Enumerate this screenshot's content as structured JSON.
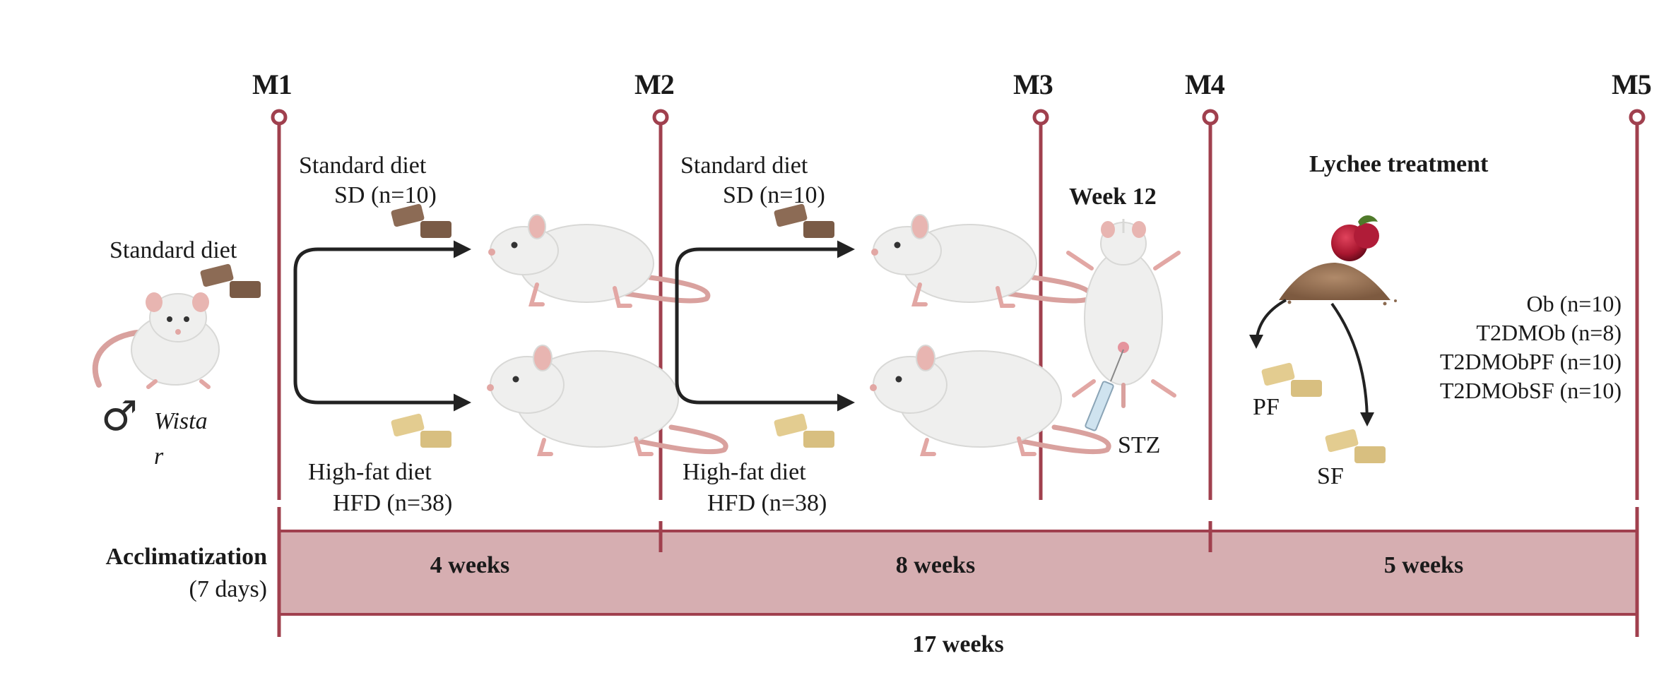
{
  "timeline": {
    "milestones": [
      {
        "id": "m1",
        "label": "M1"
      },
      {
        "id": "m2",
        "label": "M2"
      },
      {
        "id": "m3",
        "label": "M3"
      },
      {
        "id": "m4",
        "label": "M4"
      },
      {
        "id": "m5",
        "label": "M5"
      }
    ],
    "periods": [
      {
        "label": "4 weeks"
      },
      {
        "label": "8 weeks"
      },
      {
        "label": "5 weeks"
      }
    ],
    "total": "17 weeks",
    "acclimatization": {
      "title": "Acclimatization",
      "duration": "(7 days)"
    }
  },
  "start": {
    "diet_label": "Standard diet",
    "strain_line1": "Wista",
    "strain_line2": "r",
    "sex_symbol": "♂"
  },
  "phase1": {
    "sd_title": "Standard diet",
    "sd_n": "SD (n=10)",
    "hfd_title": "High-fat diet",
    "hfd_n": "HFD (n=38)"
  },
  "phase2": {
    "sd_title": "Standard diet",
    "sd_n": "SD (n=10)",
    "hfd_title": "High-fat diet",
    "hfd_n": "HFD (n=38)"
  },
  "induction": {
    "week_label": "Week 12",
    "agent": "STZ"
  },
  "treatment": {
    "title": "Lychee treatment",
    "pf_label": "PF",
    "sf_label": "SF",
    "groups": [
      "Ob (n=10)",
      "T2DMOb (n=8)",
      "T2DMObPF (n=10)",
      "T2DMObSF (n=10)"
    ]
  },
  "colors": {
    "timeline": "#a0404e",
    "band_fill": "#d6aeb1",
    "arrow": "#222222",
    "standard_pellet": "#8c6b55",
    "highfat_pellet": "#e3cc90",
    "rat_body": "#efefee",
    "rat_pink": "#e2a7a4"
  }
}
